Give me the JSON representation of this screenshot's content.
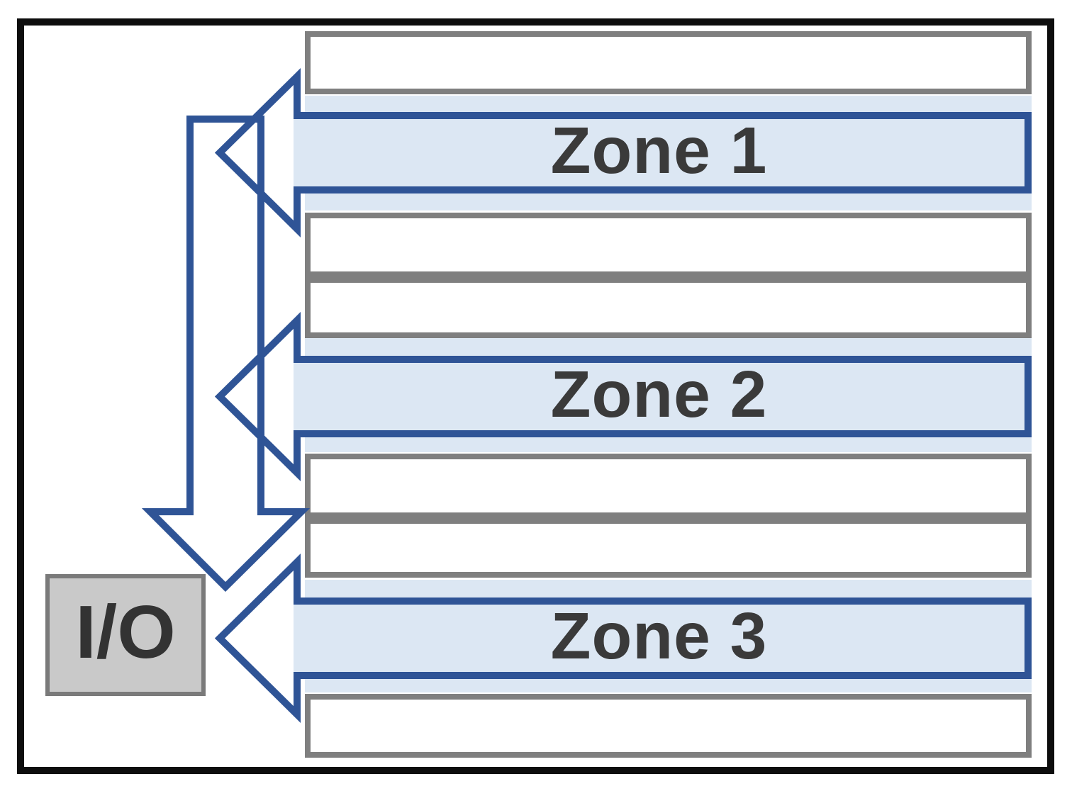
{
  "diagram": {
    "description": "Zoned block device figure: three highlighted zones of block rows funneled by arrows into an I/O unit",
    "zones": [
      {
        "label": "Zone 1"
      },
      {
        "label": "Zone 2"
      },
      {
        "label": "Zone 3"
      }
    ],
    "io": {
      "label": "I/O"
    },
    "empty_block_row_count": 6
  },
  "theme": {
    "blue": "#2f5496",
    "light_blue": "#dce7f3",
    "row_border": "#7f7f7f",
    "frame": "#0d0d0d",
    "io_fill": "#c9c9c9",
    "io_border": "#7a7a7a",
    "label": "#3a3a3a"
  }
}
